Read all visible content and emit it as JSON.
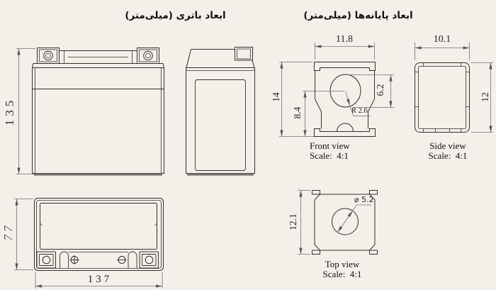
{
  "titles": {
    "battery_dims": "ابعاد باتری (میلی‌متر)",
    "terminal_dims": "ابعاد پایانه‌ها (میلی‌متر)"
  },
  "battery": {
    "front_view": {
      "height_mm": "135"
    },
    "top_view": {
      "length_mm": "137",
      "depth_mm": "77"
    }
  },
  "terminal": {
    "front_view": {
      "label": "Front view",
      "scale": "Scale:  4:1",
      "width_mm": "11.8",
      "height_mm": "14",
      "hole_center_to_bottom_mm": "8.4",
      "hole_height_mm": "6.2",
      "hole_radius": "R 2.6"
    },
    "side_view": {
      "label": "Side view",
      "scale": "Scale:  4:1",
      "width_mm": "10.1",
      "height_mm": "12"
    },
    "top_view": {
      "label": "Top view",
      "scale": "Scale:  4:1",
      "depth_mm": "12.1",
      "hole_diameter": "⌀ 5.2"
    }
  },
  "colors": {
    "background": "#f3f0ea",
    "outline": "#33302b",
    "dimension_line": "#707070",
    "text": "#1d1c1a"
  }
}
